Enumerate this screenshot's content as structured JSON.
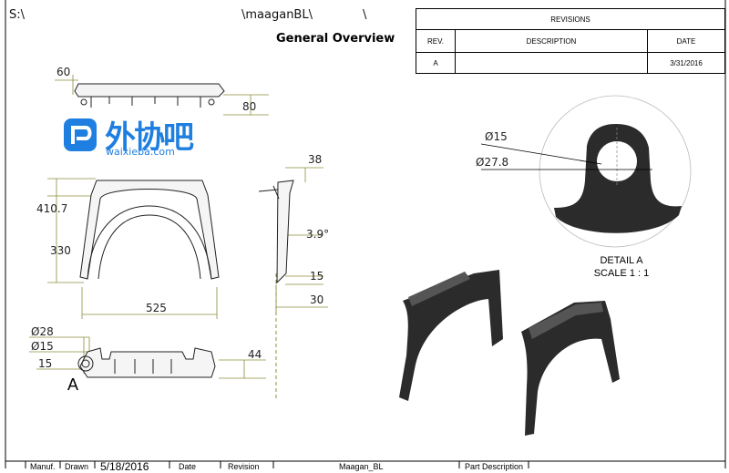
{
  "header": {
    "path_drive": "S:\\",
    "path_folder": "\\maaganBL\\",
    "path_tail": "\\",
    "title": "General Overview"
  },
  "revisions": {
    "title": "REVISIONS",
    "col_rev": "REV.",
    "col_description": "DESCRIPTION",
    "col_date": "DATE",
    "row_rev": "A",
    "row_description": "",
    "row_date": "3/31/2016"
  },
  "watermark": {
    "cn": "外协吧",
    "en": "waixieba.com"
  },
  "dimensions": {
    "top_width": "60",
    "top_height": "80",
    "height_total": "410.7",
    "height_inner": "330",
    "width": "525",
    "side_top": "38",
    "side_angle": "3.9°",
    "side_small": "15",
    "side_bottom": "30",
    "dia_28": "Ø28",
    "dia_15": "Ø15",
    "bottom_15": "15",
    "bottom_44": "44",
    "detail_marker": "A"
  },
  "detail": {
    "dia15": "Ø15",
    "dia27": "Ø27.8",
    "label": "DETAIL A",
    "scale": "SCALE 1 : 1"
  },
  "bottom_block": {
    "cell1": "Manuf.",
    "cell2": "Drawn",
    "cell3": "5/18/2016",
    "cell4": "Date",
    "cell5": "Revision",
    "cell6": "Maagan_BL",
    "cell7": "Part Description"
  },
  "colors": {
    "dimension_line": "#8c8c3c",
    "watermark_blue": "#1f7fe0",
    "part_dark": "#2b2b2b"
  }
}
